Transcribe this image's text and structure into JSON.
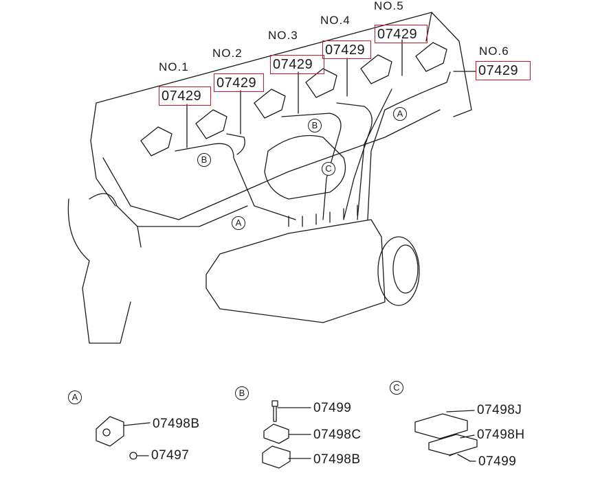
{
  "cylinders": [
    {
      "label": "NO.1",
      "part": "07429"
    },
    {
      "label": "NO.2",
      "part": "07429"
    },
    {
      "label": "NO.3",
      "part": "07429"
    },
    {
      "label": "NO.4",
      "part": "07429"
    },
    {
      "label": "NO.5",
      "part": "07429"
    },
    {
      "label": "NO.6",
      "part": "07429"
    }
  ],
  "callouts": {
    "a": "A",
    "b": "B",
    "c": "C"
  },
  "detail_a": {
    "letter": "A",
    "parts": [
      "07498B",
      "07497"
    ]
  },
  "detail_b": {
    "letter": "B",
    "parts": [
      "07499",
      "07498C",
      "07498B"
    ]
  },
  "detail_c": {
    "letter": "C",
    "parts": [
      "07498J",
      "07498H",
      "07499"
    ]
  },
  "colors": {
    "highlight": "#d0152b",
    "line": "#1a1a1a"
  }
}
